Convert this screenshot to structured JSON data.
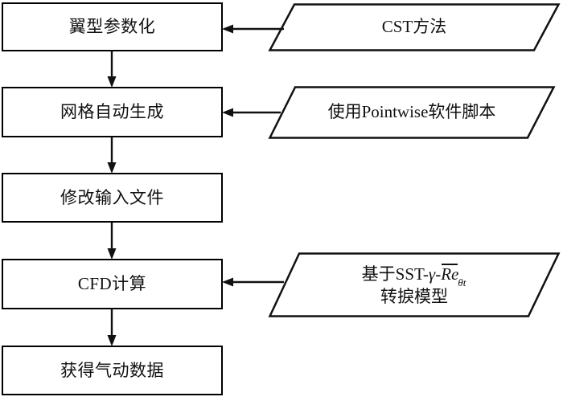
{
  "diagram": {
    "title": "CFD airfoil analysis workflow flowchart",
    "background_color": "#ffffff",
    "line_color": "#111111",
    "process_steps": [
      {
        "id": "step-1",
        "label": "翼型参数化"
      },
      {
        "id": "step-2",
        "label": "网格自动生成"
      },
      {
        "id": "step-3",
        "label": "修改输入文件"
      },
      {
        "id": "step-4",
        "label": "CFD计算"
      },
      {
        "id": "step-5",
        "label": "获得气动数据"
      }
    ],
    "notes": [
      {
        "id": "note-1",
        "label": "CST方法",
        "attaches_to": "step-1"
      },
      {
        "id": "note-2",
        "label": "使用Pointwise软件脚本",
        "attaches_to": "step-2"
      },
      {
        "id": "note-3",
        "attaches_to": "step-4",
        "line1_prefix": "基于SST-",
        "line1_gamma": "γ",
        "line1_dash": "-",
        "line1_re": "Re",
        "line1_sub": "θt",
        "line2": "转捩模型"
      }
    ],
    "flow_arrows": [
      {
        "id": "arrow-step1-step2",
        "direction": "down"
      },
      {
        "id": "arrow-step2-step3",
        "direction": "down"
      },
      {
        "id": "arrow-step3-step4",
        "direction": "down"
      },
      {
        "id": "arrow-step4-step5",
        "direction": "down"
      },
      {
        "id": "arrow-note1-step1",
        "direction": "left"
      },
      {
        "id": "arrow-note2-step2",
        "direction": "left"
      },
      {
        "id": "arrow-note3-step4",
        "direction": "left"
      }
    ]
  }
}
